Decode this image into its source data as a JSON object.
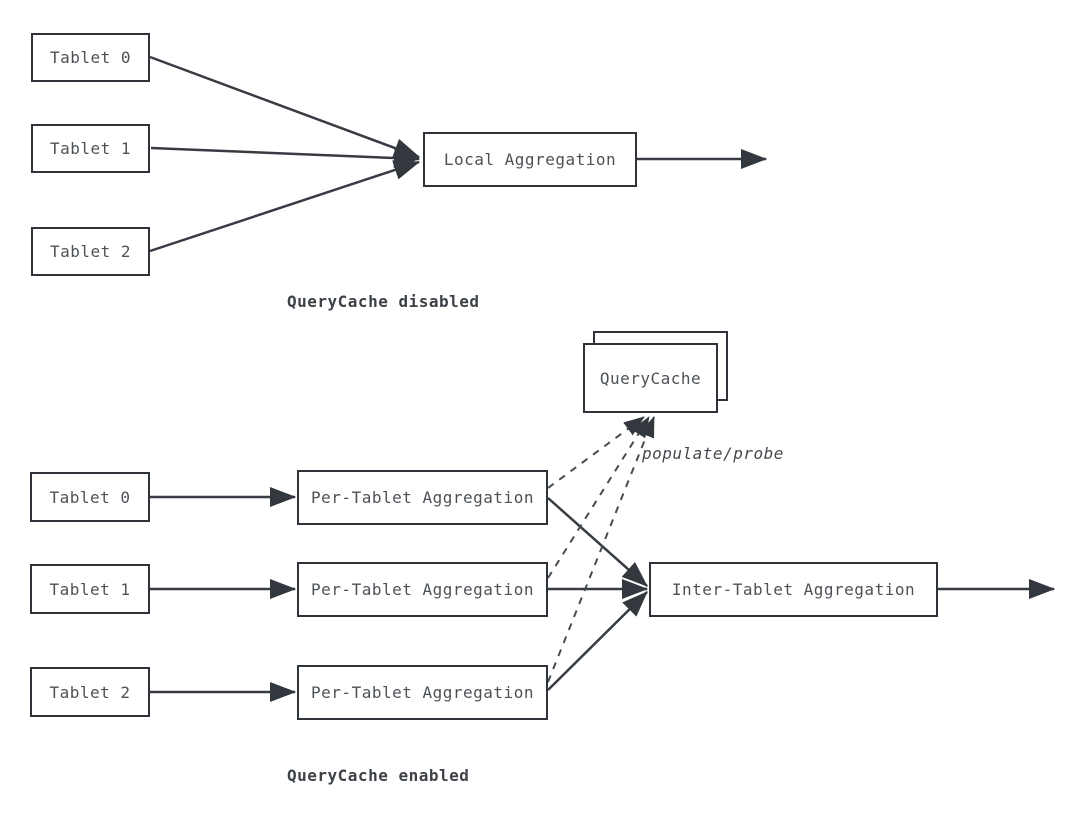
{
  "colors": {
    "background": "#ffffff",
    "box_border": "#2d3339",
    "box_fill": "#ffffff",
    "line": "#363c42",
    "dashed_line": "#464c52",
    "text": "#4d5257",
    "caption_text": "#3d4248"
  },
  "top_diagram": {
    "tablets": [
      "Tablet 0",
      "Tablet 1",
      "Tablet 2"
    ],
    "aggregation_label": "Local Aggregation",
    "caption": "QueryCache disabled"
  },
  "bottom_diagram": {
    "tablets": [
      "Tablet 0",
      "Tablet 1",
      "Tablet 2"
    ],
    "per_tablet_labels": [
      "Per-Tablet Aggregation",
      "Per-Tablet Aggregation",
      "Per-Tablet Aggregation"
    ],
    "inter_tablet_label": "Inter-Tablet Aggregation",
    "query_cache_label": "QueryCache",
    "edge_label": "populate/probe",
    "caption": "QueryCache enabled"
  }
}
